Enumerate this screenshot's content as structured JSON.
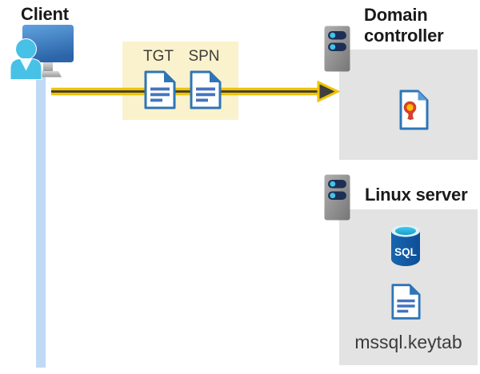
{
  "client": {
    "label": "Client"
  },
  "ticket_box": {
    "tgt": "TGT",
    "spn": "SPN"
  },
  "domain_controller": {
    "label": "Domain controller"
  },
  "linux_server": {
    "label": "Linux server",
    "keytab_file": "mssql.keytab",
    "database_label": "SQL"
  },
  "icons": {
    "client": "person-at-monitor-icon",
    "server": "server-icon",
    "ticket_documents": "document-icon",
    "certificate": "certificate-icon",
    "database": "sql-database-icon",
    "keytab_file": "document-icon",
    "flow": "yellow-arrow-right"
  },
  "colors": {
    "highlight_box": "#FAF2CC",
    "node_box": "#E3E3E3",
    "arrow_yellow": "#F0C300",
    "arrow_dark": "#3A3A3A",
    "client_line": "#C0DAF5",
    "doc_border_blue": "#2E75B6",
    "doc_line_blue": "#4573BE",
    "person_cyan": "#47C1E6",
    "server_bar_navy": "#1E2F55",
    "sql_body_blue": "#12589E",
    "cert_ribbon_red": "#D6402C",
    "cert_seal_gold": "#FFC000"
  }
}
